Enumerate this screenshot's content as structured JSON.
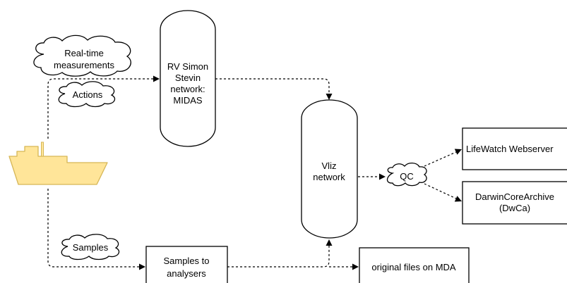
{
  "diagram": {
    "nodes": {
      "ship": {
        "label": "",
        "fill": "#FFE599",
        "stroke": "#D6B656"
      },
      "cloud_realtime": {
        "line1": "Real-time",
        "line2": "measurements"
      },
      "cloud_actions": {
        "label": "Actions"
      },
      "cloud_samples": {
        "label": "Samples"
      },
      "cloud_qc": {
        "label": "QC"
      },
      "midas": {
        "line1": "RV Simon",
        "line2": "Stevin",
        "line3": "network:",
        "line4": "MIDAS"
      },
      "vliz": {
        "line1": "Vliz",
        "line2": "network"
      },
      "lifewatch": {
        "label": "LifeWatch Webserver"
      },
      "dwca": {
        "line1": "DarwinCoreArchive",
        "line2": "(DwCa)"
      },
      "samples_box": {
        "line1": "Samples to",
        "line2": "analysers"
      },
      "mda": {
        "label": "original files on MDA"
      }
    },
    "edges": [
      {
        "from": "ship",
        "to": "midas",
        "style": "dashed"
      },
      {
        "from": "midas",
        "to": "vliz",
        "style": "dashed"
      },
      {
        "from": "ship",
        "to": "samples_box",
        "style": "dashed"
      },
      {
        "from": "samples_box",
        "to": "vliz",
        "style": "dashed"
      },
      {
        "from": "samples_box",
        "to": "mda",
        "style": "dashed"
      },
      {
        "from": "vliz",
        "to": "cloud_qc",
        "style": "dashed"
      },
      {
        "from": "cloud_qc",
        "to": "lifewatch",
        "style": "dashed"
      },
      {
        "from": "cloud_qc",
        "to": "dwca",
        "style": "dashed"
      }
    ]
  }
}
